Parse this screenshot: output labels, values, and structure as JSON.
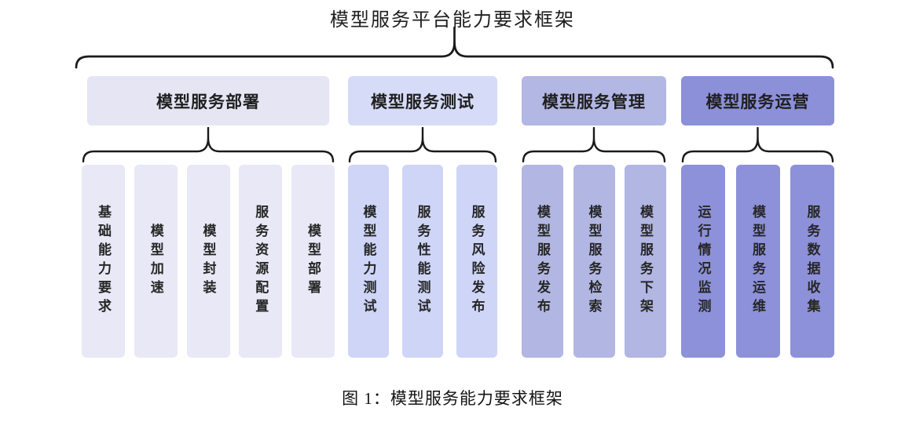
{
  "title": "模型服务平台能力要求框架",
  "caption": "图 1：模型服务能力要求框架",
  "colors": {
    "brace": "#1a1a1a",
    "text": "#1f1f1f"
  },
  "groups": [
    {
      "label": "模型服务部署",
      "header_bg": "#e5e5f4",
      "item_bg": "#e8e8f6",
      "items": [
        "基础能力要求",
        "模型加速",
        "模型封装",
        "服务资源配置",
        "模型部署"
      ]
    },
    {
      "label": "模型服务测试",
      "header_bg": "#d6dcf8",
      "item_bg": "#ced5f7",
      "items": [
        "模型能力测试",
        "服务性能测试",
        "服务风险发布"
      ]
    },
    {
      "label": "模型服务管理",
      "header_bg": "#b3b7e3",
      "item_bg": "#b2b6e2",
      "items": [
        "模型服务发布",
        "模型服务检索",
        "模型服务下架"
      ]
    },
    {
      "label": "模型服务运营",
      "header_bg": "#8c90d9",
      "item_bg": "#8d91d9",
      "items": [
        "运行情况监测",
        "模型服务运维",
        "服务数据收集"
      ]
    }
  ]
}
